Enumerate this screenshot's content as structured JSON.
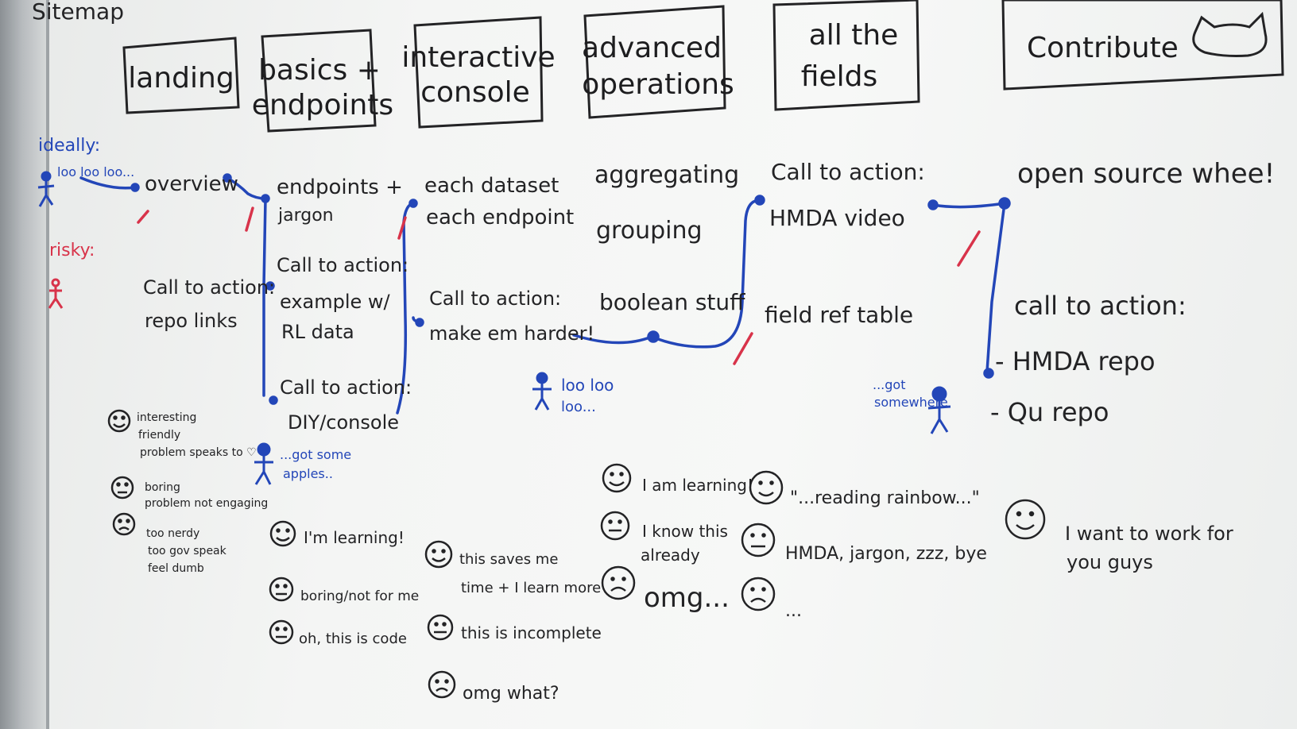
{
  "title": "Sitemap",
  "pages": [
    {
      "lines": [
        "landing"
      ]
    },
    {
      "lines": [
        "basics +",
        "endpoints"
      ]
    },
    {
      "lines": [
        "interactive",
        "console"
      ]
    },
    {
      "lines": [
        "advanced",
        "operations"
      ]
    },
    {
      "lines": [
        "all the",
        "fields"
      ]
    },
    {
      "lines": [
        "Contribute"
      ]
    }
  ],
  "legend": {
    "ideally": "ideally:",
    "risky": "risky:"
  },
  "flow_notes": {
    "person_start": "loo loo loo...",
    "overview": "overview",
    "landing_cta": [
      "Call to action:",
      "repo links"
    ],
    "basics": [
      "endpoints +",
      "jargon",
      "Call to action:",
      "example w/",
      "RL data",
      "Call to action:",
      "DIY/console"
    ],
    "console": [
      "each dataset",
      "each endpoint",
      "Call to action:",
      "make em harder!"
    ],
    "advanced": [
      "aggregating",
      "grouping",
      "boolean stuff"
    ],
    "fields": [
      "Call to action:",
      "HMDA video",
      "field ref table"
    ],
    "contribute": [
      "open source whee!",
      "call to action:",
      "- HMDA repo",
      "- Qu repo"
    ],
    "person_middle": [
      "loo loo",
      "loo..."
    ],
    "person_apples": [
      "...got some",
      "apples.."
    ],
    "person_somewhere": [
      "...got",
      "somewhere"
    ]
  },
  "reactions": {
    "landing": [
      {
        "mood": "happy",
        "text": [
          "interesting",
          "friendly",
          "problem speaks to ♡"
        ]
      },
      {
        "mood": "neutral",
        "text": [
          "boring",
          "problem not engaging"
        ]
      },
      {
        "mood": "sad",
        "text": [
          "too nerdy",
          "too gov speak",
          "feel dumb"
        ]
      }
    ],
    "basics": [
      {
        "mood": "happy",
        "text": [
          "I'm learning!"
        ]
      },
      {
        "mood": "neutral",
        "text": [
          "boring/not for me"
        ]
      },
      {
        "mood": "neutral",
        "text": [
          "oh, this is code"
        ]
      }
    ],
    "console": [
      {
        "mood": "happy",
        "text": [
          "this saves me",
          "time + I learn more"
        ]
      },
      {
        "mood": "neutral",
        "text": [
          "this is incomplete"
        ]
      },
      {
        "mood": "sad",
        "text": [
          "omg what?"
        ]
      }
    ],
    "advanced": [
      {
        "mood": "happy",
        "text": [
          "I am learning!"
        ]
      },
      {
        "mood": "neutral",
        "text": [
          "I know this",
          "already"
        ]
      },
      {
        "mood": "sad",
        "text": [
          "omg..."
        ]
      }
    ],
    "fields": [
      {
        "mood": "happy",
        "text": [
          "\"...reading rainbow...\""
        ]
      },
      {
        "mood": "neutral",
        "text": [
          "HMDA, jargon, zzz, bye"
        ]
      },
      {
        "mood": "sad",
        "text": [
          "..."
        ]
      }
    ],
    "contribute": [
      {
        "mood": "happy",
        "text": [
          "I want to work for",
          "you guys"
        ]
      }
    ]
  },
  "colors": {
    "ink": "#232325",
    "blue": "#2346b8",
    "red": "#d8334a",
    "board": "#f4f5f4"
  }
}
